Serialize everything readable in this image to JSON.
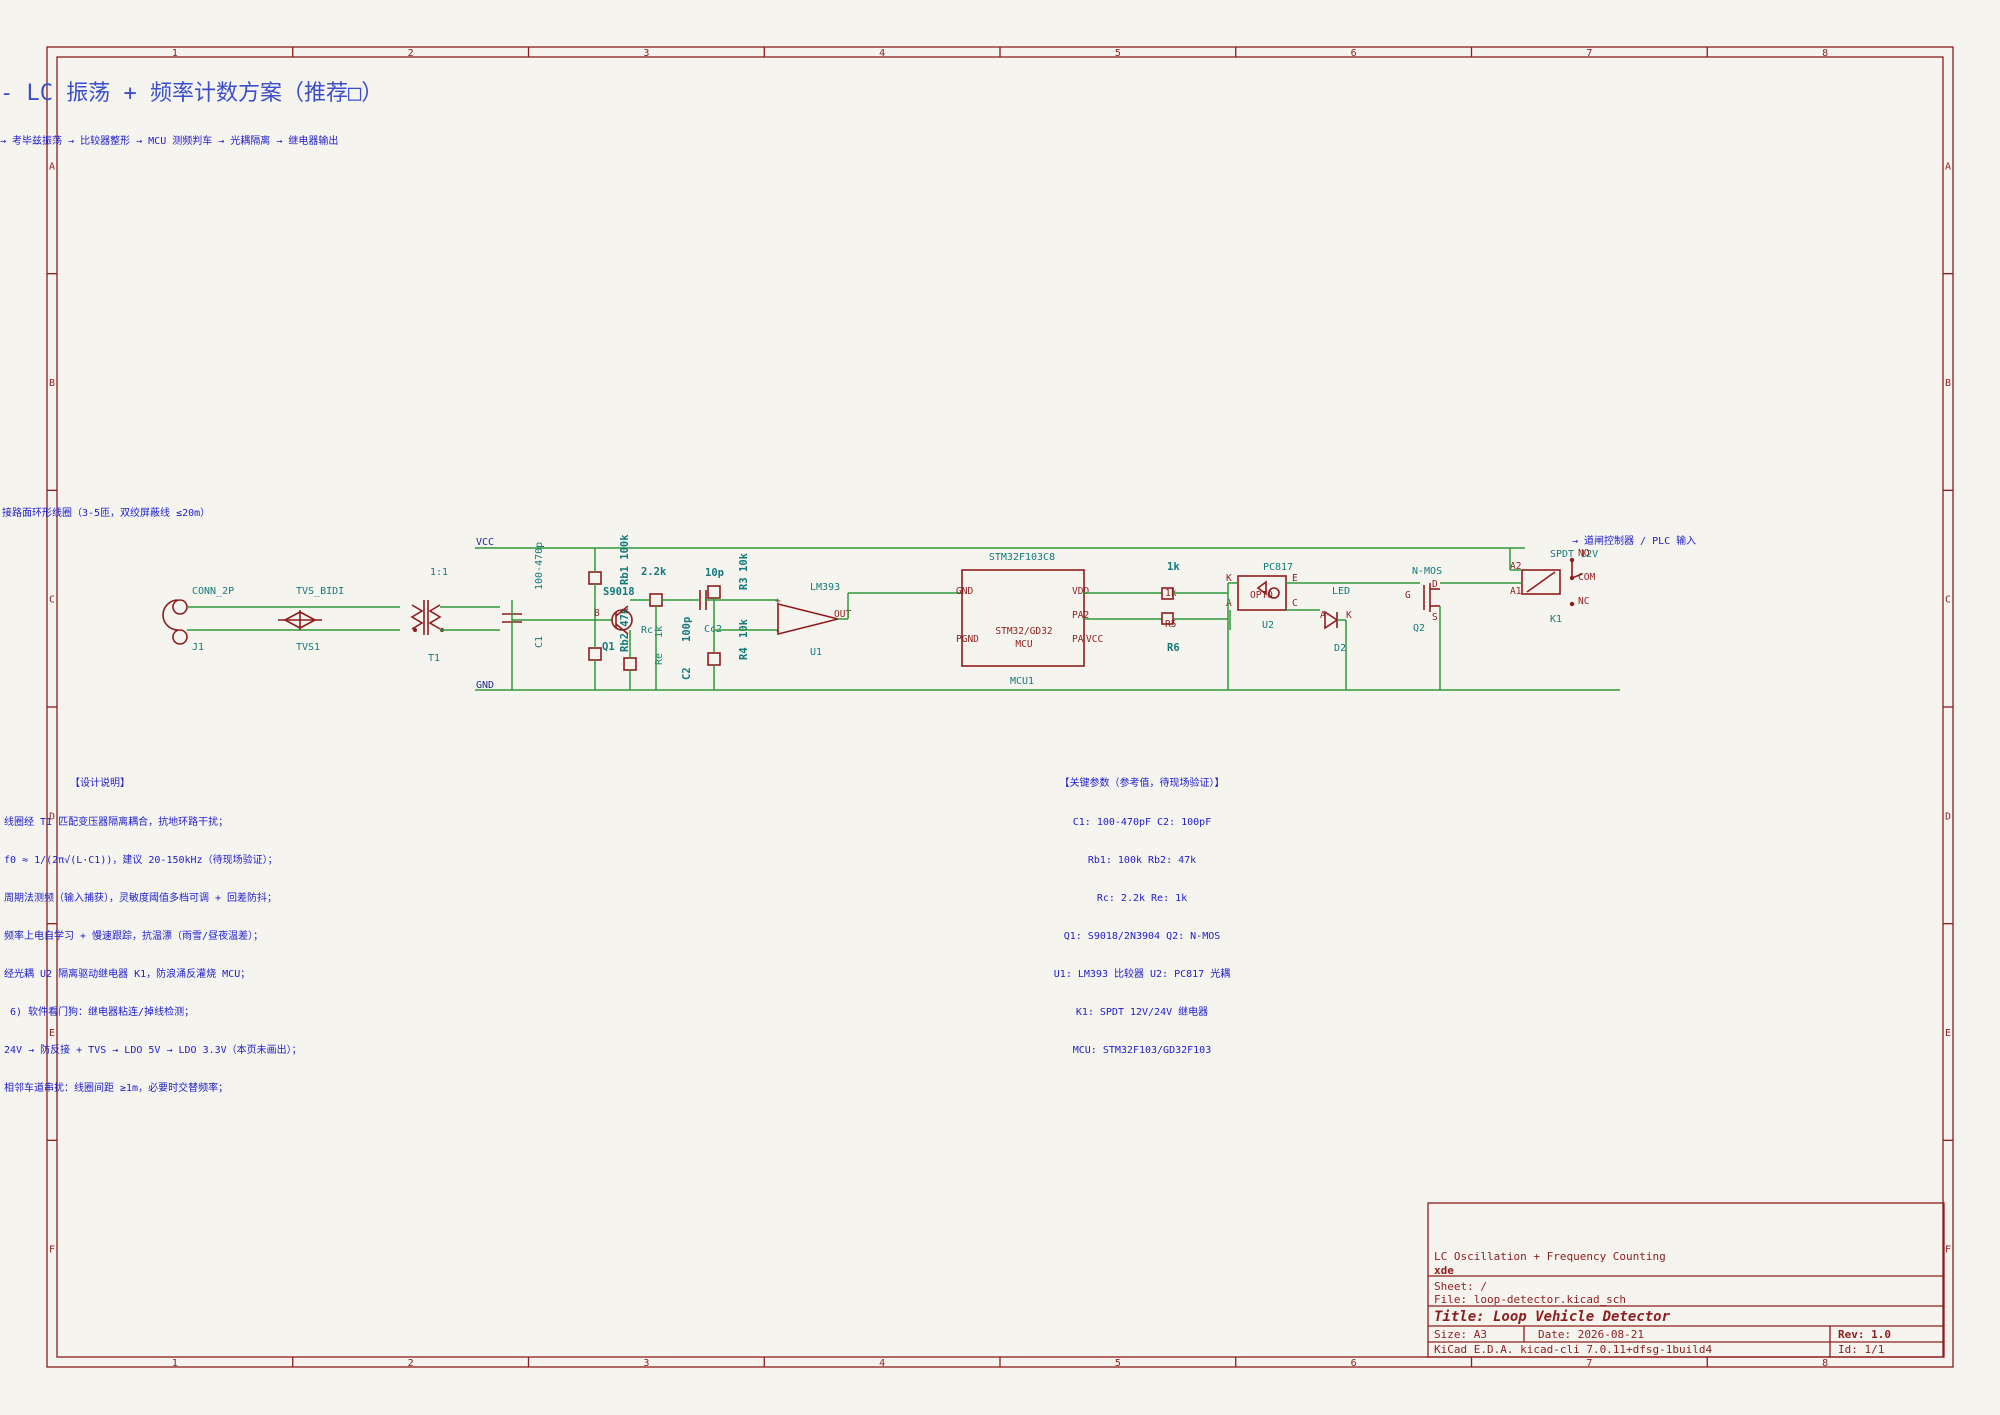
{
  "sheet": {
    "title": "- LC 振荡 + 频率计数方案（推荐□）",
    "subtitle": "→ 考毕兹振荡 → 比较器整形 → MCU 测频判车 → 光耦隔离 → 继电器输出",
    "coil_note": "接路面环形线圈（3-5匝，双绞屏蔽线 ≤20m）",
    "output_note": "→ 道闸控制器 / PLC 输入",
    "col_labels": [
      "1",
      "2",
      "3",
      "4",
      "5",
      "6",
      "7",
      "8"
    ],
    "row_labels": [
      "A",
      "B",
      "C",
      "D",
      "E",
      "F"
    ]
  },
  "nets": {
    "vcc": "VCC",
    "gnd": "GND"
  },
  "components": {
    "j1": {
      "value": "CONN_2P",
      "ref": "J1"
    },
    "tvs1": {
      "value": "TVS_BIDI",
      "ref": "TVS1"
    },
    "t1": {
      "value": "1:1",
      "ref": "T1"
    },
    "c1": {
      "value": "100-470p",
      "ref": "C1"
    },
    "q1": {
      "value": "S9018",
      "ref": "Q1",
      "pin_b": "B"
    },
    "rb1": {
      "value": "Rb1 100k"
    },
    "rb2": {
      "value": "Rb2 47k"
    },
    "rc": {
      "value": "2.2k",
      "ref": "Rc"
    },
    "re": {
      "value": "1k",
      "ref": "Re"
    },
    "c2": {
      "value": "100p",
      "ref": "C2"
    },
    "cc": {
      "value": "10p",
      "ref": "Cc2"
    },
    "r3": {
      "value": "10k",
      "ref": "R3"
    },
    "r4": {
      "value": "10k",
      "ref": "R4"
    },
    "u1": {
      "value": "LM393",
      "ref": "U1",
      "pin_out": "OUT",
      "pin_plus": "+",
      "pin_minus": "-"
    },
    "mcu1": {
      "value": "STM32F103C8",
      "ref": "MCU1",
      "body1": "STM32/GD32",
      "body2": "MCU",
      "pin_gnd_l": "GND",
      "pin_gnd_l2": "PGND",
      "pin_vdd": "VDD",
      "pin_pa2": "PA2",
      "pin_pa": "PA",
      "pin_vcc": "VCC"
    },
    "r5": {
      "value": "1k",
      "ref": "R5",
      "pin": "1k"
    },
    "r6": {
      "value": "R6"
    },
    "u2": {
      "value": "PC817",
      "ref": "U2",
      "pin_k": "K",
      "pin_a": "A",
      "pin_e": "E",
      "pin_c": "C",
      "body": "OPTO"
    },
    "d2": {
      "value": "LED",
      "ref": "D2",
      "pin_a": "A",
      "pin_k": "K"
    },
    "q2": {
      "value": "N-MOS",
      "ref": "Q2",
      "pin_g": "G",
      "pin_d": "D",
      "pin_s": "S"
    },
    "k1": {
      "value": "SPDT 12V",
      "ref": "K1",
      "pin_a2": "A2",
      "pin_a1": "A1",
      "pin_no": "NO",
      "pin_com": "COM",
      "pin_nc": "NC"
    }
  },
  "design_notes": {
    "heading": "【设计说明】",
    "lines": [
      "线圈经 T1 匹配变压器隔离耦合，抗地环路干扰；",
      "f0 ≈ 1/(2π√(L·C1))，建议 20-150kHz（待现场验证）；",
      "周期法测频（输入捕获），灵敏度阈值多档可调 + 回差防抖；",
      "频率上电自学习 + 慢速跟踪，抗温漂（雨雪/昼夜温差）；",
      "经光耦 U2 隔离驱动继电器 K1，防浪涌反灌烧 MCU；",
      "6) 软件看门狗：继电器粘连/掉线检测；",
      "24V → 防反接 + TVS → LDO 5V → LDO 3.3V（本页未画出）；",
      "相邻车道串扰：线圈间距 ≥1m，必要时交替频率；"
    ]
  },
  "params": {
    "heading": "【关键参数（参考值，待现场验证）】",
    "lines": [
      "C1: 100-470pF    C2: 100pF",
      "Rb1: 100k      Rb2: 47k",
      "Rc: 2.2k       Re: 1k",
      "Q1: S9018/2N3904   Q2: N-MOS",
      "U1: LM393 比较器   U2: PC817 光耦",
      "K1: SPDT 12V/24V 继电器",
      "MCU: STM32F103/GD32F103"
    ]
  },
  "title_block": {
    "description": "LC Oscillation + Frequency Counting",
    "company": "xde",
    "sheet": "Sheet: /",
    "file": "File: loop-detector.kicad_sch",
    "title": "Title: Loop Vehicle Detector",
    "size": "Size: A3",
    "date": "Date: 2026-08-21",
    "rev": "Rev: 1.0",
    "tool": "KiCad E.D.A.  kicad-cli 7.0.11+dfsg-1build4",
    "id": "Id: 1/1"
  }
}
